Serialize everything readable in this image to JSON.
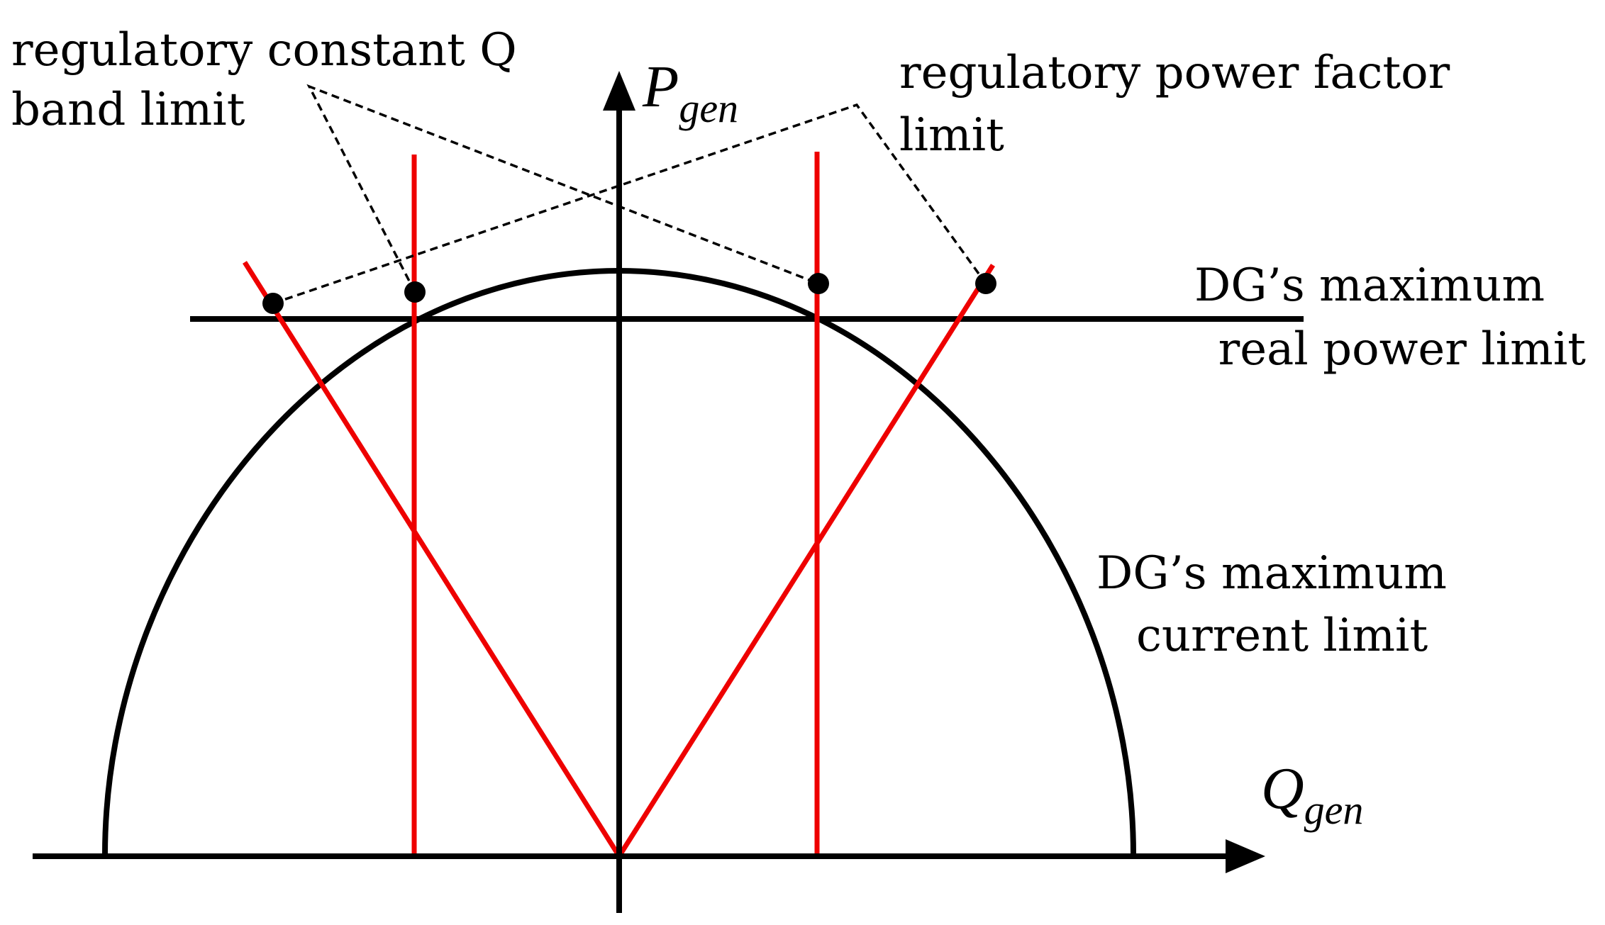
{
  "axes": {
    "y_symbol": "P",
    "y_subscript": "gen",
    "x_symbol": "Q",
    "x_subscript": "gen"
  },
  "labels": {
    "constant_q_line1": "regulatory constant Q",
    "constant_q_line2": "band limit",
    "power_factor_line1": "regulatory power factor",
    "power_factor_line2": "limit",
    "real_power_line1": "DG’s maximum",
    "real_power_line2": "real power limit",
    "current_line1": "DG’s maximum",
    "current_line2": "current limit"
  },
  "colors": {
    "ink": "#000000",
    "limit_lines": "#ee0000"
  },
  "icons": {
    "axis_arrows": "triangle-arrowhead",
    "markers": "filled-circle"
  }
}
